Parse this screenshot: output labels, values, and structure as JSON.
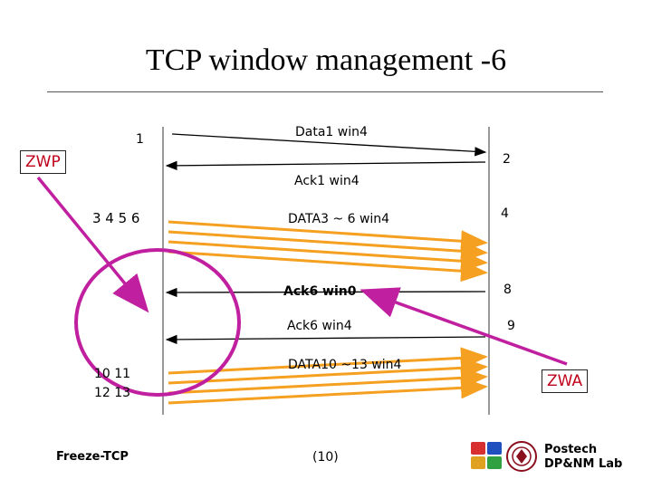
{
  "title": "TCP window management  -6",
  "sender": {
    "seg1": "1",
    "seg3to6": "3 4 5 6",
    "seg10to11": "10 11",
    "seg12to13": "12 13"
  },
  "receiver": {
    "r2": "2",
    "r4": "4",
    "r8": "8",
    "r9": "9"
  },
  "messages": {
    "data1": "Data1 win4",
    "ack1": "Ack1 win4",
    "data3_6": "DATA3 ~ 6 win4",
    "ack6_win0": "Ack6 win0",
    "ack6_win4": "Ack6 win4",
    "data10_13": "DATA10 ~13 win4"
  },
  "callouts": {
    "zwp": "ZWP",
    "zwa": "ZWA"
  },
  "footer": {
    "left": "Freeze-TCP",
    "page": "(10)",
    "lab_line1": "Postech",
    "lab_line2": "DP&NM Lab"
  },
  "colors": {
    "orange_arrow": "#f5a020",
    "magenta": "#c020a0",
    "zw_red": "#c0001a",
    "black_arrow": "#000000"
  },
  "icons": {
    "logo": "postech-logo-icon"
  }
}
